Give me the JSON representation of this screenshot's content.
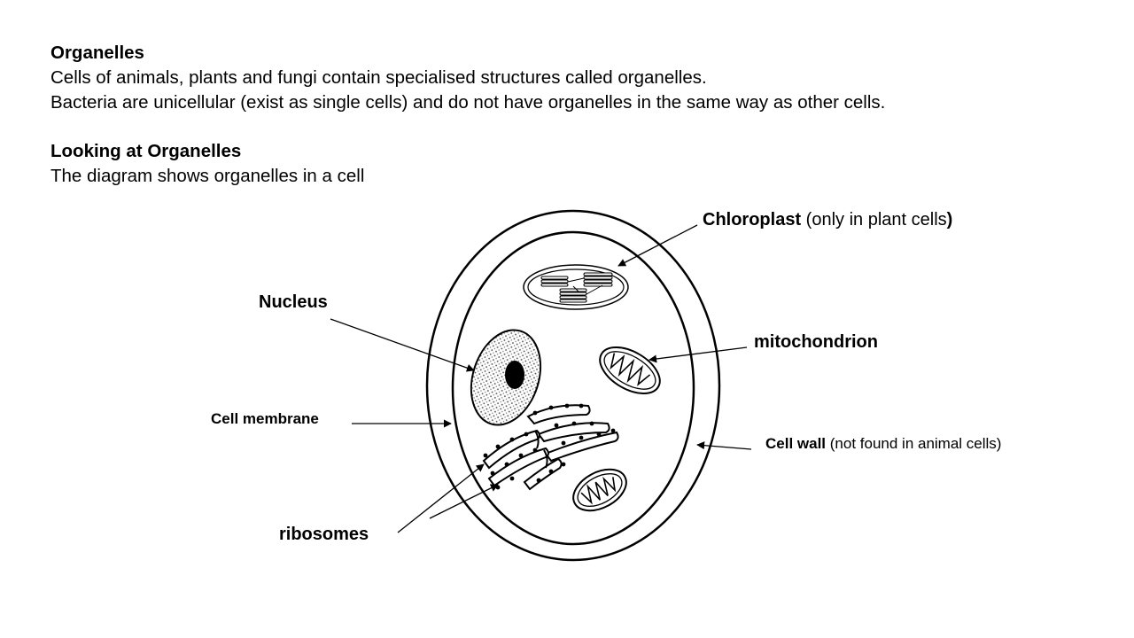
{
  "text": {
    "heading1": "Organelles",
    "para1": "Cells of animals, plants and fungi contain specialised structures called organelles.",
    "para2": "Bacteria are unicellular (exist as single cells) and do not have organelles in the same way as other cells.",
    "heading2": "Looking at Organelles",
    "para3": "The diagram shows organelles in a cell"
  },
  "labels": {
    "chloroplast": {
      "name": "Chloroplast",
      "note": " (only in plant cells",
      "close": ")"
    },
    "nucleus": "Nucleus",
    "mitochondrion": "mitochondrion",
    "cell_membrane": "Cell membrane",
    "cell_wall": {
      "name": "Cell wall",
      "note": " (not found in animal cells)"
    },
    "ribosomes": "ribosomes"
  }
}
